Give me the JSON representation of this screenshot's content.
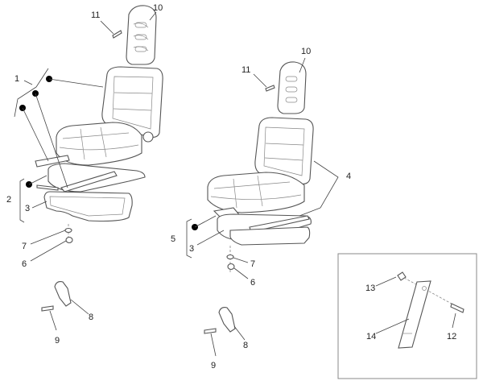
{
  "diagram": {
    "callouts": {
      "left_10": "10",
      "left_11": "11",
      "left_1": "1",
      "left_2": "2",
      "left_3": "3",
      "left_7": "7",
      "left_6": "6",
      "left_8": "8",
      "left_9": "9",
      "right_10": "10",
      "right_11": "11",
      "right_4": "4",
      "right_5": "5",
      "right_3": "3",
      "right_7": "7",
      "right_6": "6",
      "right_8": "8",
      "right_9": "9",
      "inset_13": "13",
      "inset_14": "14",
      "inset_12": "12"
    },
    "colors": {
      "line": "#555555",
      "marker": "#000000",
      "inset_border": "#888888"
    }
  }
}
